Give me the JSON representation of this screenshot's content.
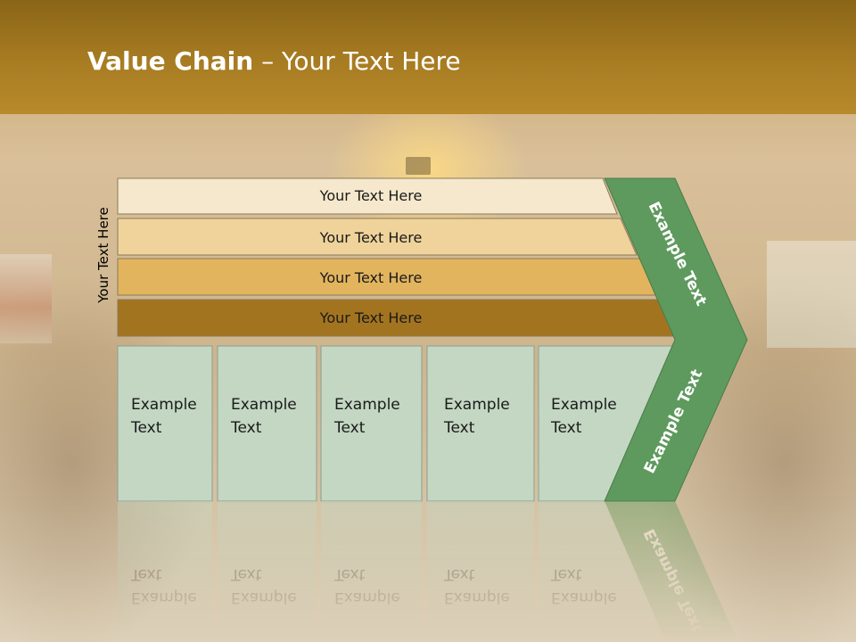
{
  "title": {
    "bold": "Value Chain",
    "rest": " – Your Text Here"
  },
  "side_label": "Your Text Here",
  "bars": [
    {
      "label": "Your Text Here",
      "color": "#f5e8cc"
    },
    {
      "label": "Your Text Here",
      "color": "#efd39a"
    },
    {
      "label": "Your Text Here",
      "color": "#e2b45e"
    },
    {
      "label": "Your Text Here",
      "color": "#a3741f"
    }
  ],
  "cells": [
    {
      "line1": "Example",
      "line2": "Text"
    },
    {
      "line1": "Example",
      "line2": "Text"
    },
    {
      "line1": "Example",
      "line2": "Text"
    },
    {
      "line1": "Example",
      "line2": "Text"
    },
    {
      "line1": "Example",
      "line2": "Text"
    }
  ],
  "arrow": {
    "upper_label": "Example Text",
    "lower_label": "Example Text",
    "color": "#5e9a5e"
  },
  "colors": {
    "cell_fill": "#c3d7c3",
    "cell_stroke": "#8f9e8f",
    "bar_stroke": "#8a7a5a"
  }
}
